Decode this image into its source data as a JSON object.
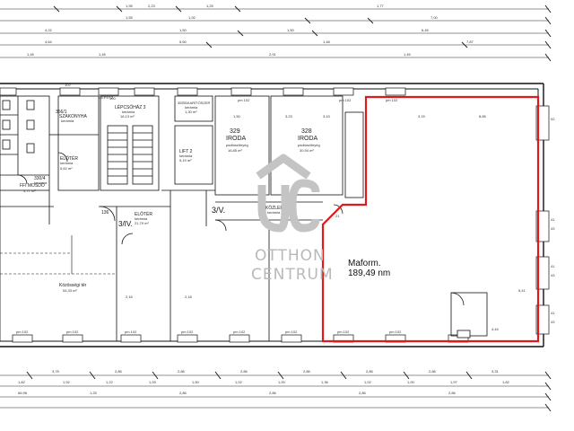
{
  "plan": {
    "highlight": {
      "name": "Maform.",
      "area": "189,49 nm",
      "color": "#e0191c"
    },
    "watermark": {
      "line1": "OTTHON",
      "line2": "CENTRUM",
      "color": "#b9b9b9"
    },
    "rooms": {
      "irodaA": {
        "number": "329",
        "name": "IRODA",
        "floor": "padlószőnyeg",
        "area": "16,85 m²"
      },
      "irodaB": {
        "number": "328",
        "name": "IRODA",
        "floor": "padlószőnyeg",
        "area": "30,94 m²"
      },
      "lepcsohaz": {
        "name": "LÉPCSŐHÁZ 3",
        "floor": "kerámia",
        "area": "16,13 m²"
      },
      "gepesz": {
        "name": "GÉPÉSZ",
        "number": "100"
      },
      "lift": {
        "name": "LIFT 2",
        "floor": "kerámia",
        "area": "5,19 m²"
      },
      "takaritoszer": {
        "name": "TAKARÍTÓSZER",
        "number": "355",
        "floor": "kerámia",
        "area": "1,30 m²"
      },
      "elotere": {
        "name": "ELŐTÉR",
        "floor": "kerámia",
        "area": "21,79 m²"
      },
      "kozlekedo": {
        "name": "KÖZLEKEDŐ",
        "floor": "kerámia"
      },
      "kozossegiter": {
        "name": "Közösségi tér",
        "area": "54,33 m²"
      },
      "wcElotere": {
        "name": "ELŐTÉR",
        "floor": "kerámia",
        "area": "5,62 m²"
      },
      "szakonyha": {
        "number": "356/1",
        "name": "SZAKONYHA",
        "floor": "kerámia"
      },
      "ffiMosdo": {
        "name": "FFI MOSDÓ",
        "area": "3,77 m²"
      },
      "wc330": {
        "number": "330/4",
        "floor": "kerámia"
      }
    },
    "zones": {
      "z3v": "3/V.",
      "z3iv": "3/IV.",
      "z136": "136"
    },
    "markers": {
      "pm": "pm 102",
      "wall": "102",
      "m41a": "41",
      "m43a": "43",
      "m41b": "41",
      "m43b": "43",
      "m41c": "41",
      "m43c": "43",
      "m02": "02",
      "m21": "21"
    },
    "dimensions": {
      "top1": [
        "1,95",
        "2,23",
        "1,25",
        "1,77"
      ],
      "top2": [
        "1,55",
        "1,92",
        "7,00"
      ],
      "top3": [
        "4,22",
        "1,50",
        "1,50",
        "6,45"
      ],
      "top4": [
        "4,64",
        "5,50",
        "1,48",
        "7,87"
      ],
      "top5": [
        "1,45",
        "1,45",
        "2,91",
        "1,45"
      ],
      "inner": [
        "1,50",
        "3,23",
        "3,43",
        "3,15",
        "8,85"
      ],
      "bottom1": [
        "3,78",
        "2,86",
        "2,86",
        "2,86",
        "2,86",
        "2,86",
        "2,86",
        "3,31"
      ],
      "bottom2": [
        "1,82",
        "1,92",
        "1,22",
        "1,93",
        "1,50",
        "1,02",
        "1,00",
        "1,36",
        "1,02",
        "1,00",
        "1,97",
        "1,82"
      ],
      "bottom3": [
        "66,96",
        "1,25",
        "2,86",
        "2,86",
        "2,86",
        "2,86"
      ],
      "mid": [
        "2,18",
        "2,16",
        "4,44",
        "5,41"
      ]
    }
  }
}
